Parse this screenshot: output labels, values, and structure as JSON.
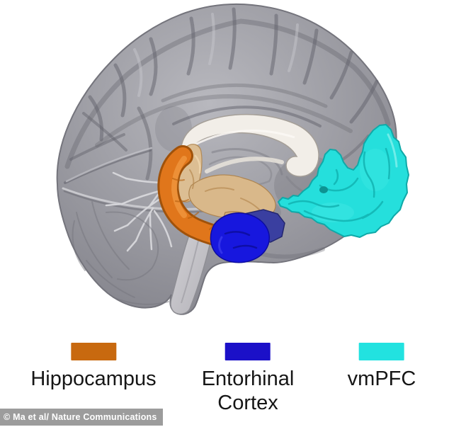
{
  "canvas": {
    "background": "#FFFFFF"
  },
  "regions": {
    "hippocampus": {
      "name": "Hippocampus",
      "color": "#E0761B",
      "edge_color": "#A0520A",
      "highlight_color": "#F29A42"
    },
    "entorhinal": {
      "name": "Entorhinal Cortex",
      "color": "#1717DE",
      "edge_color": "#0C0CA0",
      "shade_color": "#3A3FA0"
    },
    "vmpfc": {
      "name": "vmPFC",
      "color": "#25DFDC",
      "edge_color": "#0FA9A8",
      "detail_color": "#12B4B2"
    }
  },
  "legend": {
    "items": [
      {
        "id": "hippocampus",
        "line1": "Hippocampus",
        "line2": "",
        "swatch_color": "#C8690F"
      },
      {
        "id": "entorhinal",
        "line1": "Entorhinal",
        "line2": "Cortex",
        "swatch_color": "#1B10C8"
      },
      {
        "id": "vmpfc",
        "line1": "vmPFC",
        "line2": "",
        "swatch_color": "#22E2E0"
      }
    ]
  },
  "credit": {
    "text": "© Ma et al/ Nature Communications",
    "text_color": "#FFFFFF",
    "background_color": "#9C9C9C"
  }
}
